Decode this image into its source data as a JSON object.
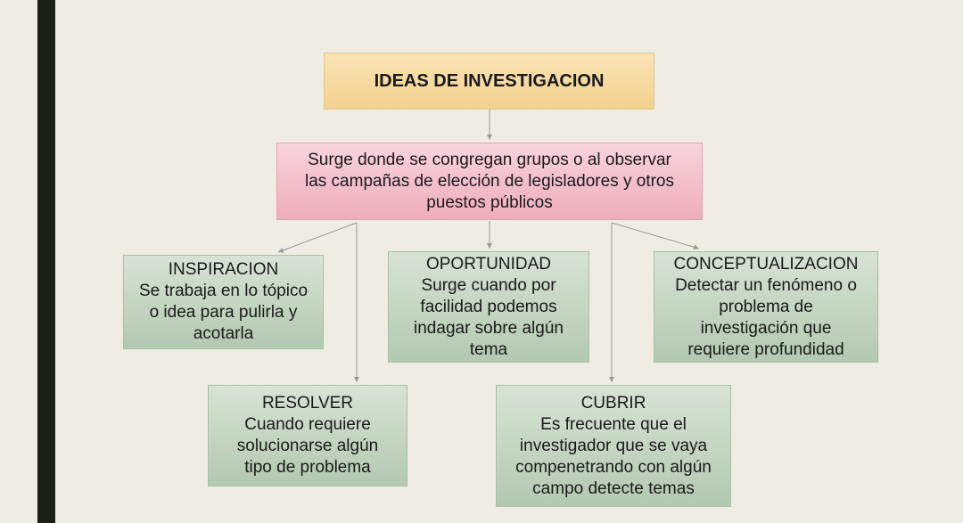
{
  "title": "IDEAS DE INVESTIGACION",
  "subtitle_lines": [
    "Surge donde se congregan grupos o al observar",
    "las campañas de elección de legisladores y otros",
    "puestos públicos"
  ],
  "nodes": {
    "inspiracion": {
      "heading": "INSPIRACION",
      "lines": [
        "Se trabaja en lo tópico",
        "o idea para pulirla y",
        "acotarla"
      ]
    },
    "oportunidad": {
      "heading": "OPORTUNIDAD",
      "lines": [
        "Surge cuando por",
        "facilidad podemos",
        "indagar sobre algún",
        "tema"
      ]
    },
    "conceptualizacion": {
      "heading": "CONCEPTUALIZACION",
      "lines": [
        "Detectar un fenómeno o",
        "problema de",
        "investigación que",
        "requiere profundidad"
      ]
    },
    "resolver": {
      "heading": "RESOLVER",
      "lines": [
        "Cuando requiere",
        "solucionarse algún",
        "tipo de problema"
      ]
    },
    "cubrir": {
      "heading": "CUBRIR",
      "lines": [
        "Es frecuente que el",
        "investigador que se vaya",
        "compenetrando con algún",
        "campo detecte temas"
      ]
    }
  },
  "colors": {
    "title_fill": "#f3d28e",
    "subtitle_fill": "#eeadba",
    "node_fill": "#b3c9b0",
    "connector": "#9a9a9a",
    "left_bar": "#1c1f16"
  }
}
